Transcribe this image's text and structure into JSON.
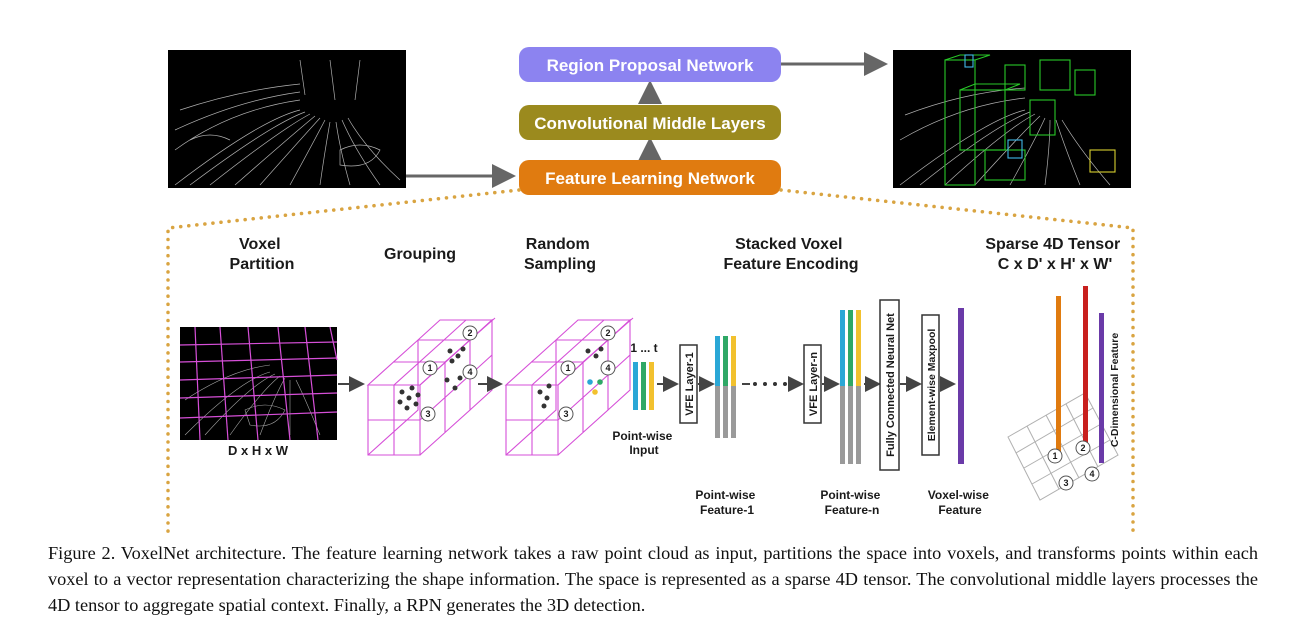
{
  "pipeline": {
    "rpn": "Region Proposal Network",
    "cml": "Convolutional Middle Layers",
    "fln": "Feature Learning Network"
  },
  "stages": {
    "voxel_partition": [
      "Voxel",
      "Partition"
    ],
    "grouping": "Grouping",
    "random_sampling": [
      "Random",
      "Sampling"
    ],
    "svfe": [
      "Stacked Voxel",
      "Feature Encoding"
    ],
    "sparse_tensor": [
      "Sparse 4D Tensor",
      "C x D' x H' x W'"
    ]
  },
  "labels": {
    "dxhxw": "D x H x W",
    "one_to_t": "1 ... t",
    "pointwise_input": [
      "Point-wise",
      "Input"
    ],
    "vfe_layer_1": "VFE Layer-1",
    "vfe_layer_n": "VFE Layer-n",
    "fcn": "Fully Connected Neural Net",
    "maxpool": "Element-wise Maxpool",
    "pointwise_feature_1": [
      "Point-wise",
      "Feature-1"
    ],
    "pointwise_feature_n": [
      "Point-wise",
      "Feature-n"
    ],
    "voxelwise_feature": [
      "Voxel-wise",
      "Feature"
    ],
    "c_dim_feature": "C-Dimensional Feature"
  },
  "voxel_ids": [
    "1",
    "2",
    "3",
    "4"
  ],
  "caption": "Figure 2. VoxelNet architecture. The feature learning network takes a raw point cloud as input, partitions the space into voxels, and transforms points within each voxel to a vector representation characterizing the shape information. The space is represented as a sparse 4D tensor. The convolutional middle layers processes the 4D tensor to aggregate spatial context. Finally, a RPN generates the 3D detection.",
  "colors": {
    "rpn": "#8c83f0",
    "cml": "#9b8a1e",
    "fln": "#e07b10",
    "dotted_border": "#d9a441",
    "voxel_grid": "#d64fd8",
    "feature_blue": "#2aa7d6",
    "feature_green": "#2fa866",
    "feature_yellow": "#f2c12e",
    "feature_gray": "#9a9a9a",
    "voxel_feature": "#6a3aa8",
    "bar_orange": "#e07b10",
    "bar_red": "#c8201e",
    "bar_purple": "#6a3aa8"
  }
}
